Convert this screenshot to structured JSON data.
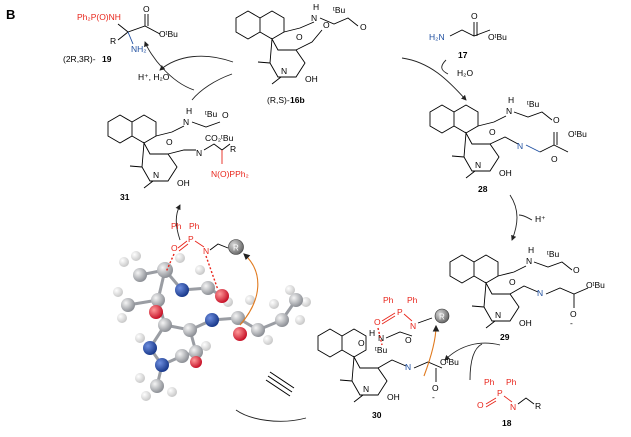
{
  "panel_label": "B",
  "compounds": {
    "c19": {
      "label": "19",
      "prefix": "(2R,3R)-",
      "ph2p": "Ph₂P(O)NH",
      "r": "R",
      "nh2": "NH₂",
      "otbu": "OᵗBu",
      "o": "O"
    },
    "c16b": {
      "label": "16b",
      "prefix": "(R,S)-",
      "n": "N",
      "h": "H",
      "tbu": "ᵗBu",
      "o": "O",
      "oh": "OH",
      "nplus": "N"
    },
    "c17": {
      "label": "17",
      "h2n": "H₂N",
      "otbu": "OᵗBu",
      "o": "O"
    },
    "c28": {
      "label": "28",
      "n": "N",
      "h": "H",
      "tbu": "ᵗBu",
      "o": "O",
      "oh": "OH",
      "otbu": "OᵗBu"
    },
    "c31": {
      "label": "31",
      "n": "N",
      "h": "H",
      "tbu": "ᵗBu",
      "o": "O",
      "co2tbu": "CO₂ᵗBu",
      "r": "R",
      "noppp": "N(O)PPh₂",
      "oh": "OH"
    },
    "c29": {
      "label": "29",
      "n": "N",
      "h": "H",
      "tbu": "ᵗBu",
      "o": "O",
      "oh": "OH",
      "otbu": "OᵗBu",
      "minus": "-"
    },
    "c30": {
      "label": "30",
      "n": "N",
      "h": "H",
      "tbu": "ᵗBu",
      "o": "O",
      "oh": "OH",
      "otbu": "OᵗBu",
      "minus": "-",
      "ph": "Ph",
      "p": "P",
      "r": "R"
    },
    "c18": {
      "label": "18",
      "ph": "Ph",
      "p": "P",
      "o": "O",
      "n": "N",
      "r": "R"
    }
  },
  "reagents": {
    "h_h2o": "H⁺, H₂O",
    "h2o": "H₂O",
    "hplus": "H⁺"
  },
  "ts_model": {
    "ph1": "Ph",
    "ph2": "Ph",
    "p": "P",
    "o": "O",
    "n": "N",
    "r": "R"
  },
  "colors": {
    "red": "#e8251b",
    "blue": "#1f4fa0",
    "orange": "#e07a1f",
    "carbon": "#b9bcc2",
    "hydrogen": "#f2f2f2"
  }
}
